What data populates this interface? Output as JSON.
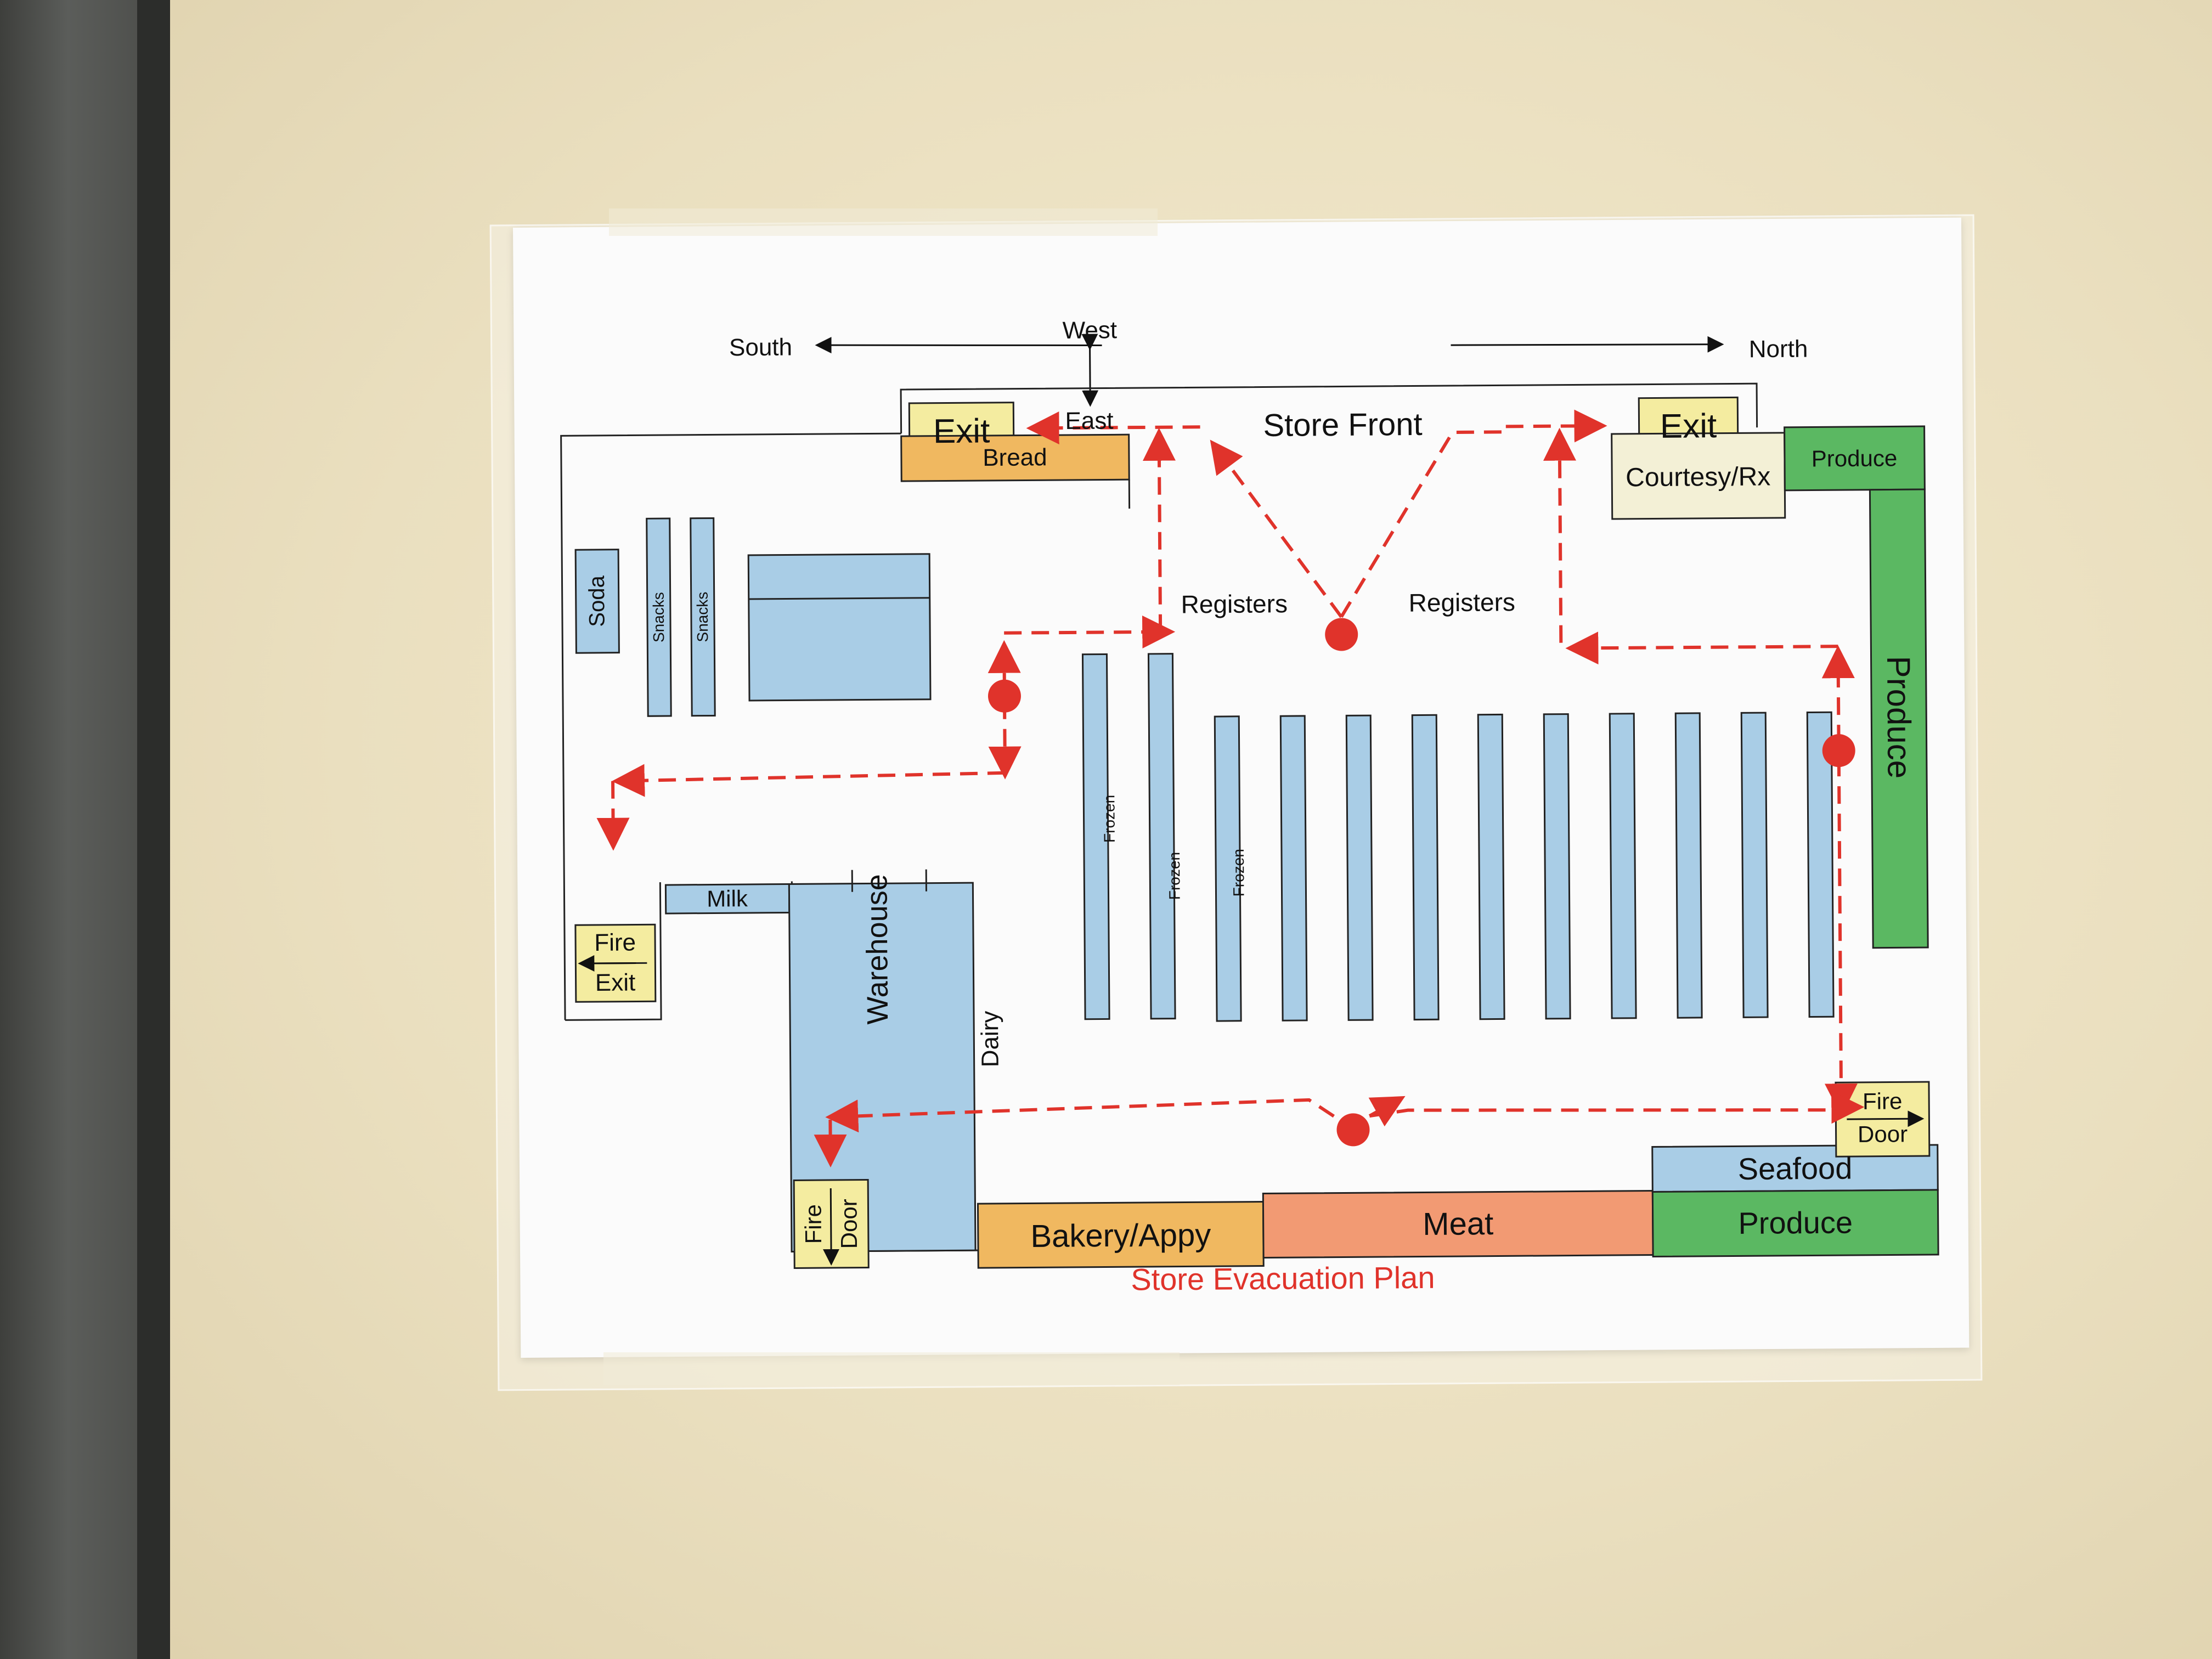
{
  "compass": {
    "west": "West",
    "east": "East",
    "south": "South",
    "north": "North"
  },
  "front": {
    "store_front": "Store Front",
    "exit_left": "Exit",
    "exit_right": "Exit",
    "registers_left": "Registers",
    "registers_right": "Registers"
  },
  "departments": {
    "bread": "Bread",
    "courtesy": "Courtesy/Rx",
    "produce_top": "Produce",
    "produce_side": "Produce",
    "produce_bottom": "Produce",
    "seafood": "Seafood",
    "meat": "Meat",
    "bakery": "Bakery/Appy",
    "soda": "Soda",
    "snacks_1": "Snacks",
    "snacks_2": "Snacks",
    "milk": "Milk",
    "warehouse": "Warehouse",
    "dairy": "Dairy",
    "frozen_1": "Frozen",
    "frozen_2": "Frozen",
    "frozen_3": "Frozen"
  },
  "exits": {
    "fire_exit_line1": "Fire",
    "fire_exit_line2": "Exit",
    "fire_door_right_line1": "Fire",
    "fire_door_right_line2": "Door",
    "fire_door_bottom_line1": "Fire",
    "fire_door_bottom_line2": "Door"
  },
  "title": "Store Evacuation Plan",
  "colors": {
    "aisle_blue": "#a9cde6",
    "exit_yellow": "#f4eca0",
    "bread_orange": "#f0b860",
    "produce_green": "#5bb862",
    "meat_salmon": "#f29a73",
    "courtesy_cream": "#f3f0d6",
    "route_red": "#e0332b"
  }
}
